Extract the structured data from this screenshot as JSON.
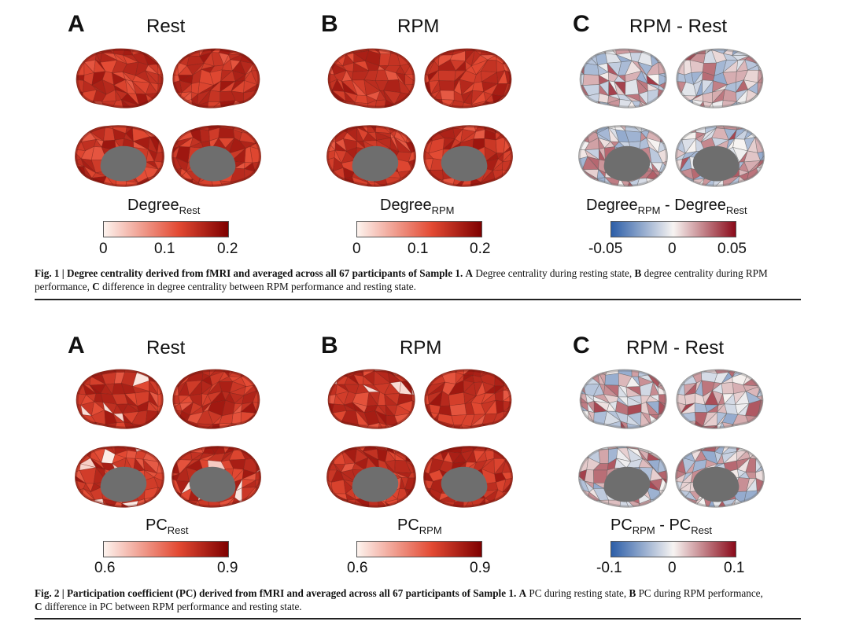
{
  "figure1": {
    "panels": [
      {
        "letter": "A",
        "title": "Rest",
        "cb_main": "Degree",
        "cb_sub": "Rest",
        "ticks": [
          "0",
          "0.1",
          "0.2"
        ],
        "scale": "seq"
      },
      {
        "letter": "B",
        "title": "RPM",
        "cb_main": "Degree",
        "cb_sub": "RPM",
        "ticks": [
          "0",
          "0.1",
          "0.2"
        ],
        "scale": "seq"
      },
      {
        "letter": "C",
        "title": "RPM - Rest",
        "cb_main": "Degree",
        "cb_sub": "RPM",
        "cb_mid": " - Degree",
        "cb_sub2": "Rest",
        "ticks": [
          "-0.05",
          "0",
          "0.05"
        ],
        "scale": "div"
      }
    ],
    "caption": {
      "bold": "Fig. 1 | Degree centrality derived from fMRI and averaged across all 67 participants of Sample 1.",
      "part1_letter": "A",
      "part1_text": " Degree centrality during resting state, ",
      "part2_letter": "B",
      "part2_text": " degree centrality during RPM performance, ",
      "part3_letter": "C",
      "part3_text": " difference in degree centrality between RPM performance and resting state."
    }
  },
  "figure2": {
    "panels": [
      {
        "letter": "A",
        "title": "Rest",
        "cb_main": "PC",
        "cb_sub": "Rest",
        "ticks": [
          "0.6",
          "0.9"
        ],
        "scale": "seq"
      },
      {
        "letter": "B",
        "title": "RPM",
        "cb_main": "PC",
        "cb_sub": "RPM",
        "ticks": [
          "0.6",
          "0.9"
        ],
        "scale": "seq"
      },
      {
        "letter": "C",
        "title": "RPM - Rest",
        "cb_main": "PC",
        "cb_sub": "RPM",
        "cb_mid": " - PC",
        "cb_sub2": "Rest",
        "ticks": [
          "-0.1",
          "0",
          "0.1"
        ],
        "scale": "div"
      }
    ],
    "caption": {
      "bold": "Fig. 2 | Participation coefficient (PC) derived from fMRI and averaged across all 67 participants of Sample 1.",
      "part1_letter": "A",
      "part1_text": " PC during resting state, ",
      "part2_letter": "B",
      "part2_text": " PC during RPM performance,",
      "part3_letter": "C",
      "part3_text": " difference in PC between RPM performance and resting state."
    }
  },
  "colors": {
    "seq_low": "#fdf3ee",
    "seq_mid": "#e34a33",
    "seq_high": "#7f0000",
    "div_low": "#2c5ea8",
    "div_mid": "#f7f4f2",
    "div_high": "#8b0a1a",
    "medial_wall": "#6e6e6e"
  }
}
